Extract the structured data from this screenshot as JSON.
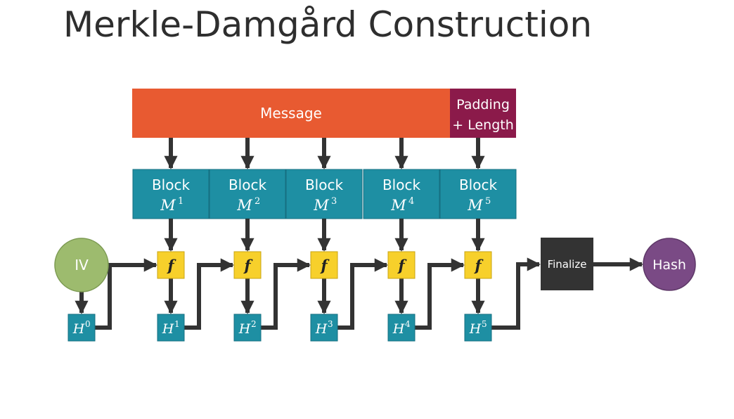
{
  "title": "Merkle-Damgård Construction",
  "message": {
    "label": "Message",
    "color": "#e85a31"
  },
  "padding": {
    "line1": "Padding",
    "line2": "+ Length",
    "color": "#8b1a4a"
  },
  "blocks": [
    {
      "label": "Block",
      "var": "M",
      "sup": "1"
    },
    {
      "label": "Block",
      "var": "M",
      "sup": "2"
    },
    {
      "label": "Block",
      "var": "M",
      "sup": "3"
    },
    {
      "label": "Block",
      "var": "M",
      "sup": "4"
    },
    {
      "label": "Block",
      "var": "M",
      "sup": "5"
    }
  ],
  "block_color": "#1e8fa3",
  "compress": {
    "label": "f",
    "color": "#f7d02b"
  },
  "iv": {
    "label": "IV",
    "color": "#9dbb6e"
  },
  "states": [
    {
      "var": "H",
      "sup": "0"
    },
    {
      "var": "H",
      "sup": "1"
    },
    {
      "var": "H",
      "sup": "2"
    },
    {
      "var": "H",
      "sup": "3"
    },
    {
      "var": "H",
      "sup": "4"
    },
    {
      "var": "H",
      "sup": "5"
    }
  ],
  "finalize": {
    "label": "Finalize",
    "color": "#333333"
  },
  "hash": {
    "label": "Hash",
    "color": "#7a4a85"
  },
  "arrow_color": "#333333"
}
